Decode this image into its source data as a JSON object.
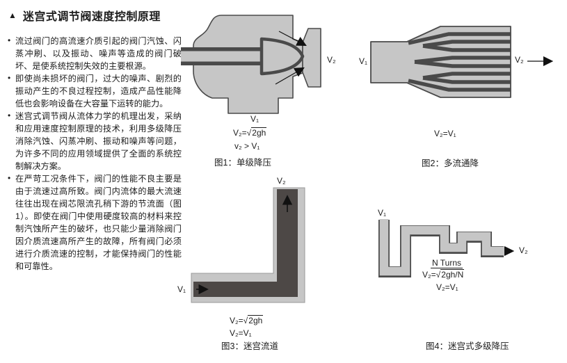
{
  "header": {
    "marker": "▲",
    "title": "迷宫式调节阀速度控制原理"
  },
  "list": {
    "marker": "•"
  },
  "bullets": [
    "流过阀门的高流速介质引起的阀门汽蚀、闪蒸冲刷、以及振动、噪声等造成的阀门破坏、是使系统控制失效的主要根源。",
    "即使尚未损坏的阀门，过大的噪声、剧烈的振动产生的不良过程控制，造成产品性能降低也会影响设备在大容量下运转的能力。",
    "迷宫式调节阀从流体力学的机理出发，采纳和应用速度控制原理的技术，利用多级降压消除汽蚀、闪蒸冲刷、振动和噪声等问题，为许多不同的应用领域提供了全面的系统控制解决方案。",
    "在严苛工况条件下，阀门的性能不良主要是由于流速过高所致。阀门内流体的最大流速往往出现在阀芯限流孔稍下游的节流面（图1）。即使在阀门中使用硬度较高的材料来控制汽蚀所产生的破坏，也只能少量消除阀门因介质流速高所产生的故障，所有阀门必须进行介质流速的控制，才能保持阀门的性能和可靠性。"
  ],
  "colors": {
    "body_gray": "#c6c6c6",
    "line_gray": "#4a4a4a",
    "channel_dark": "#4d4846"
  },
  "fig1": {
    "v1": "V₁",
    "v2": "V₂",
    "formula1_lhs": "V₂=√",
    "formula1_rad": "2gh",
    "formula2": "v₂ > V₁",
    "caption": "图1：单级降压"
  },
  "fig2": {
    "v1": "V₁",
    "v2": "V₂",
    "formula1": "V₂=V₁",
    "caption": "图2：多流通降"
  },
  "fig3": {
    "v1": "V₁",
    "v2": "V₂",
    "formula1_lhs": "V₂=√",
    "formula1_rad": "2gh",
    "formula2": "V₂=V₁",
    "caption": "图3：迷宫流道"
  },
  "fig4": {
    "v1": "V₁",
    "v2": "V₂",
    "n_turns": "N Turns",
    "formula1_lhs": "V₂=√",
    "formula1_rad": "2gh/N",
    "formula2": "V₂=V₁",
    "caption": "图4：迷宫式多级降压"
  }
}
